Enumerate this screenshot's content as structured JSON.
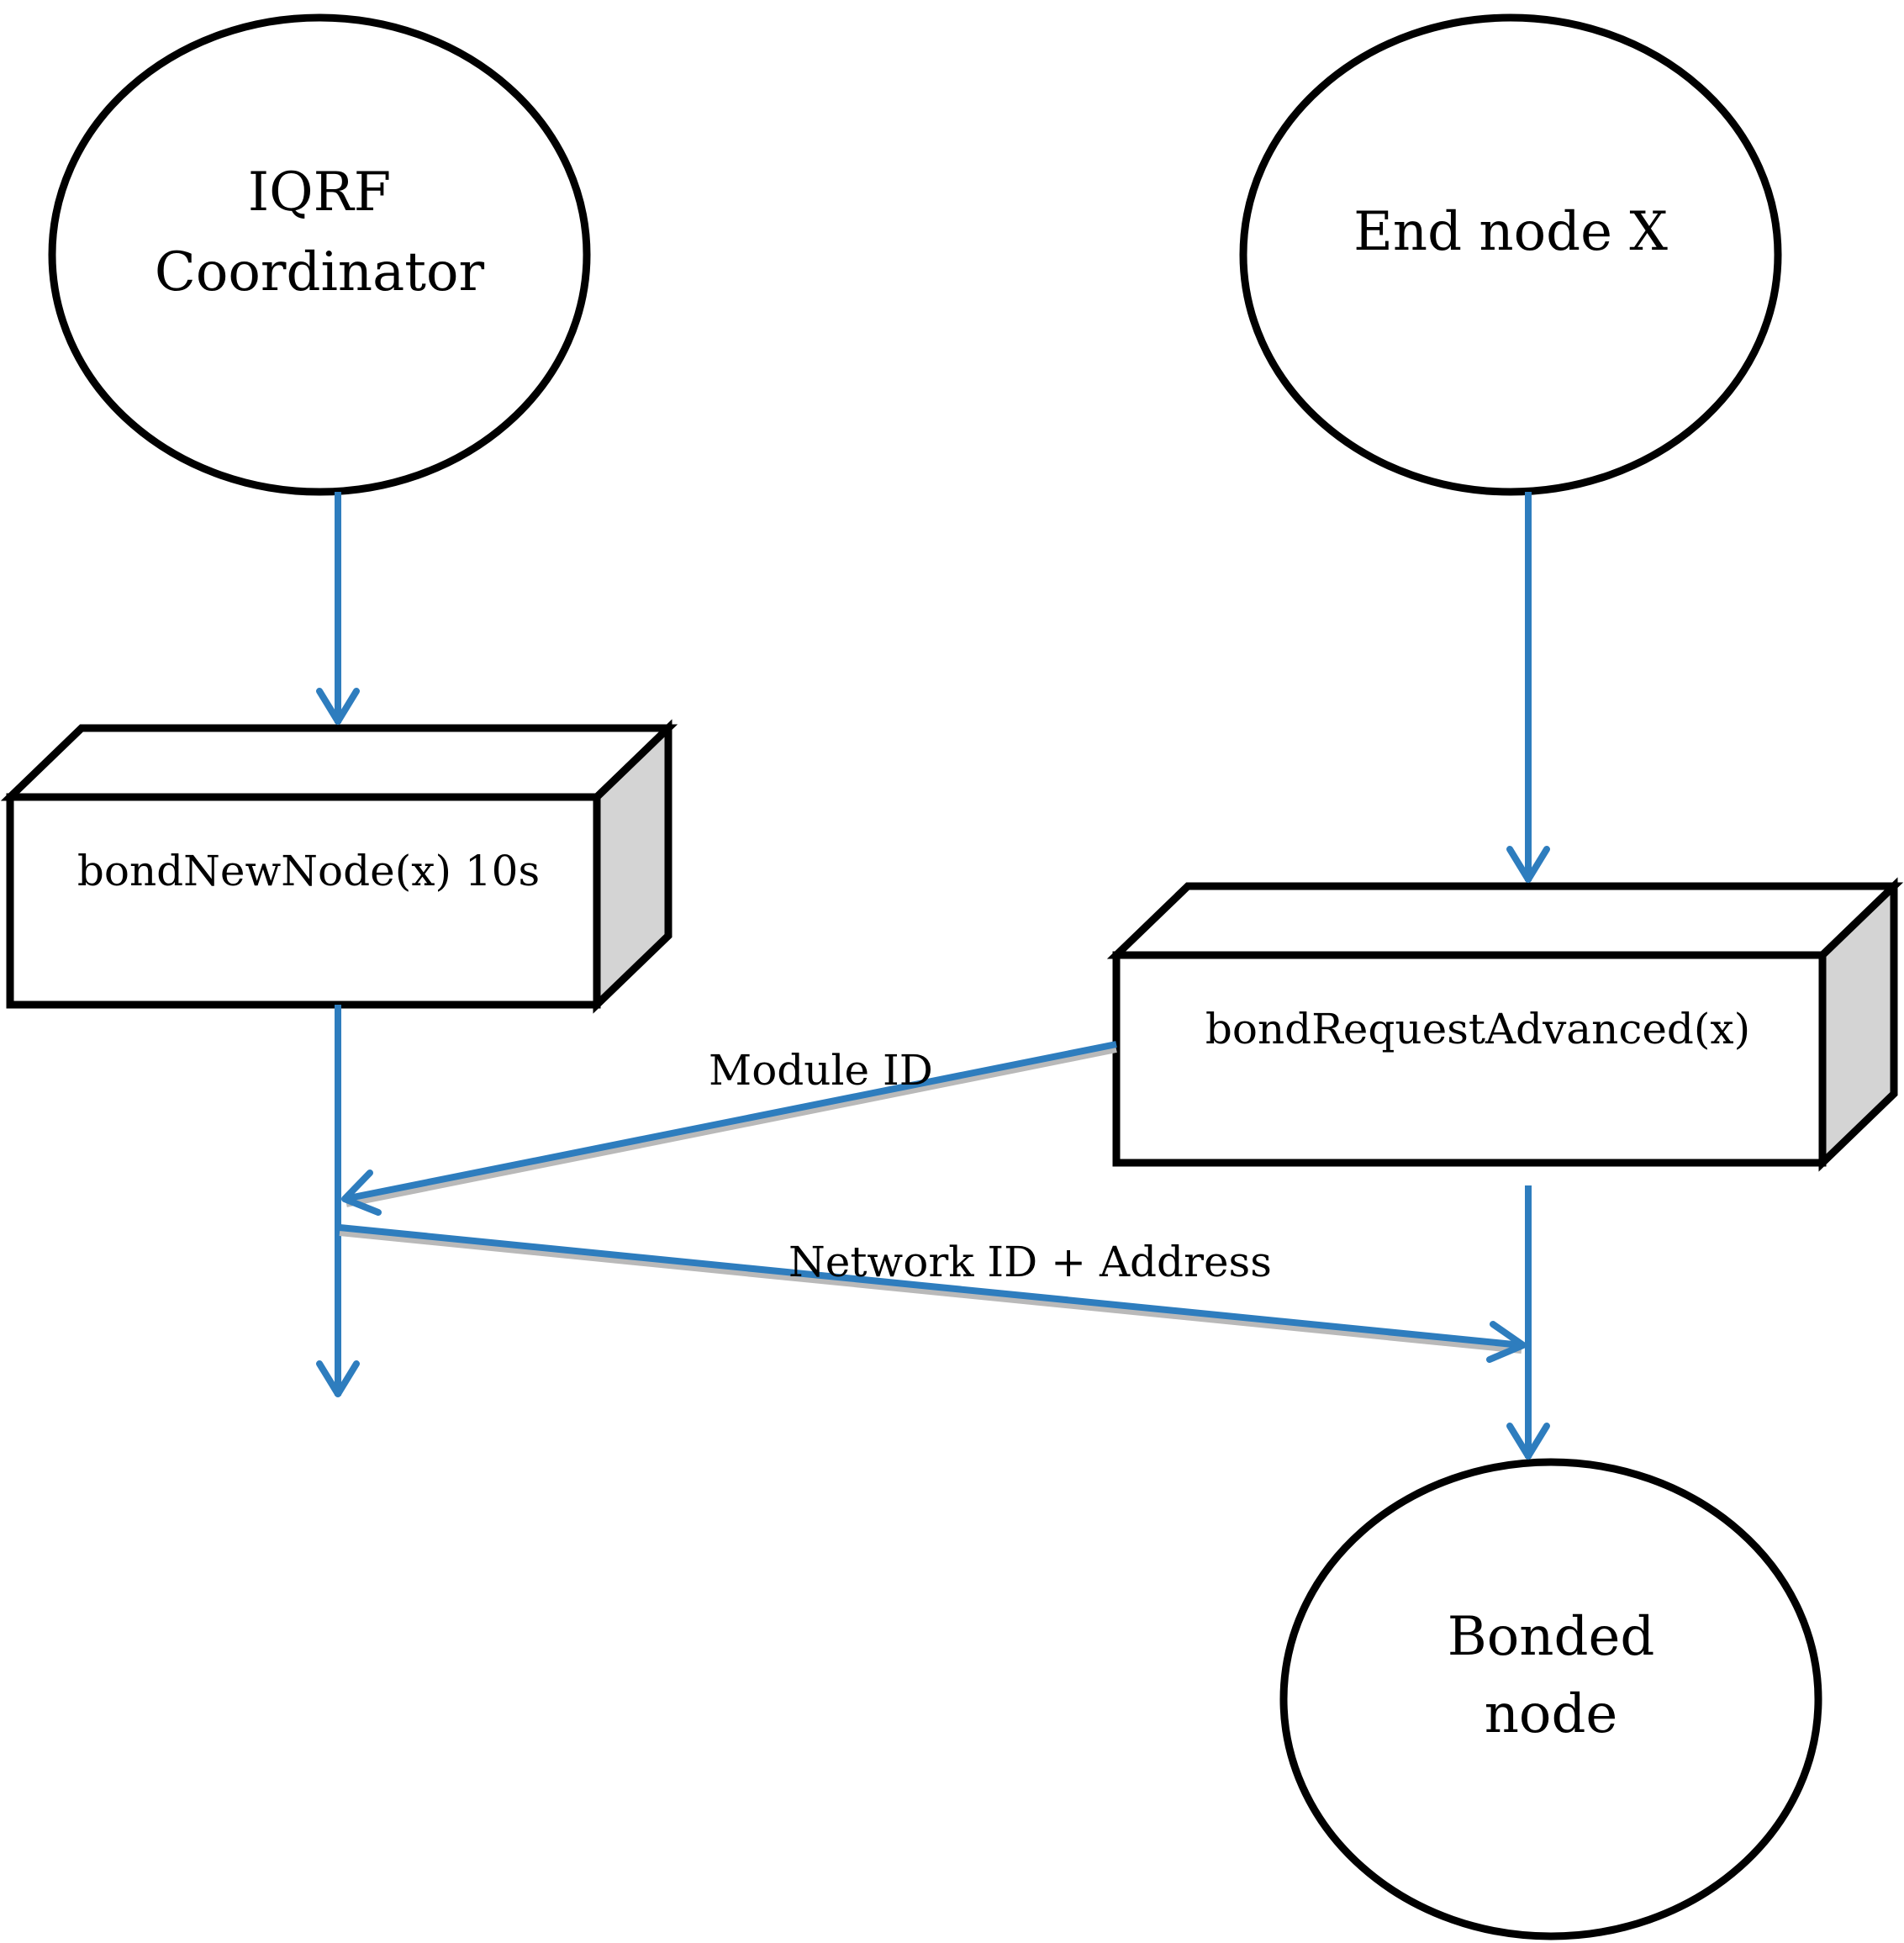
{
  "nodes": {
    "coordinator": {
      "line1": "IQRF",
      "line2": "Coordinator"
    },
    "end_node": {
      "label": "End node X"
    },
    "bonded": {
      "line1": "Bonded",
      "line2": "node"
    }
  },
  "processes": {
    "bond_new_node": {
      "label": "bondNewNode(x) 10s"
    },
    "bond_request": {
      "label": "bondRequestAdvanced(x)"
    }
  },
  "messages": {
    "module_id": {
      "label": "Module ID"
    },
    "network_address": {
      "label": "Network ID + Address"
    }
  },
  "colors": {
    "arrow": "#2e7dbe",
    "box_side": "#d4d4d4",
    "outline": "#000000"
  }
}
